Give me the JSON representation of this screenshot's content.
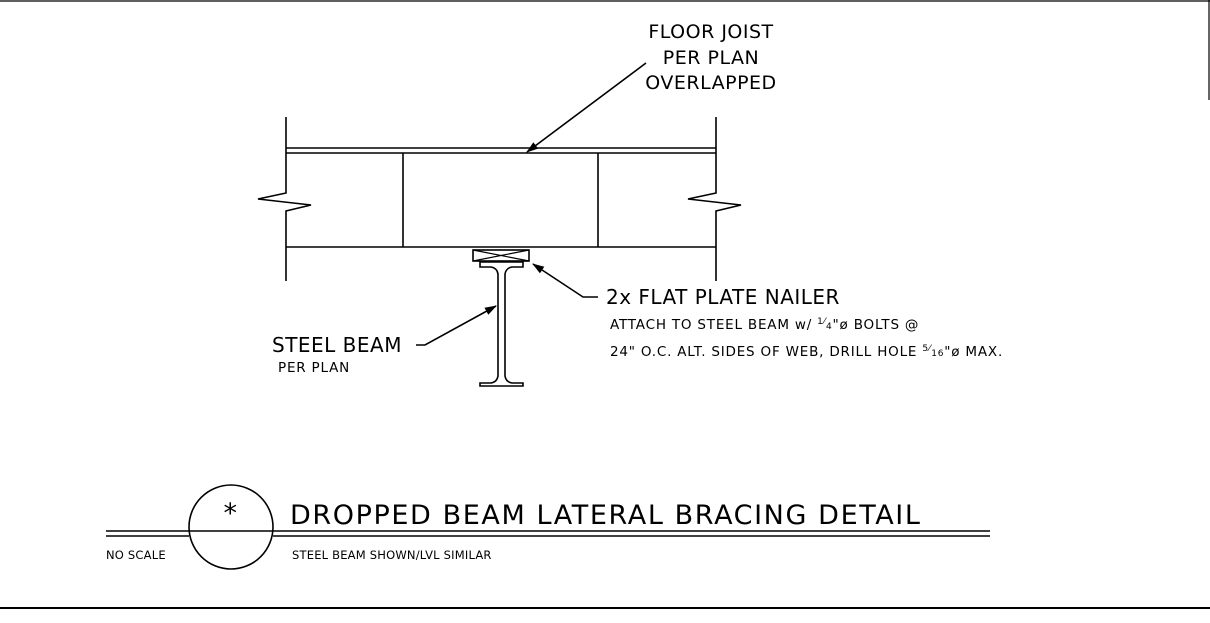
{
  "labels": {
    "joist_line1": "FLOOR JOIST",
    "joist_line2": "PER PLAN",
    "joist_line3": "OVERLAPPED",
    "nailer": "2x FLAT PLATE NAILER",
    "nailer_note1_a": "ATTACH TO STEEL BEAM w/ ",
    "nailer_note1_frac_num": "1",
    "nailer_note1_frac_den": "4",
    "nailer_note1_b": "\"ø BOLTS @",
    "nailer_note2_a": "24\" O.C. ALT. SIDES OF WEB, DRILL HOLE ",
    "nailer_note2_frac_num": "5",
    "nailer_note2_frac_den": "16",
    "nailer_note2_b": "\"ø MAX.",
    "beam": "STEEL BEAM",
    "beam_sub": "PER PLAN"
  },
  "title_block": {
    "detail_mark": "*",
    "title": "DROPPED BEAM LATERAL BRACING DETAIL",
    "subtitle": "STEEL BEAM SHOWN/LVL SIMILAR",
    "scale": "NO SCALE"
  }
}
